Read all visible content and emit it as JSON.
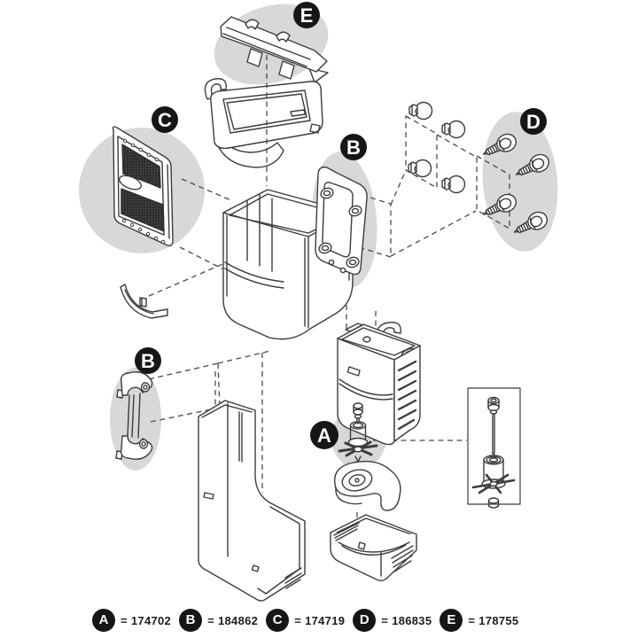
{
  "diagram": {
    "callouts": {
      "a": "A",
      "b_upper": "B",
      "b_lower": "B",
      "c": "C",
      "d": "D",
      "e": "E"
    },
    "colors": {
      "line": "#3c3c3c",
      "highlight_fill": "#d8d8d8",
      "mesh_fill": "#2e2e2e",
      "callout_bg": "#161616",
      "callout_text": "#ffffff",
      "legend_text": "#1d1d1d",
      "background": "#ffffff"
    }
  },
  "legend": {
    "items": [
      {
        "letter": "A",
        "eq": "=",
        "part_number": "174702"
      },
      {
        "letter": "B",
        "eq": "=",
        "part_number": "184862"
      },
      {
        "letter": "C",
        "eq": "=",
        "part_number": "174719"
      },
      {
        "letter": "D",
        "eq": "=",
        "part_number": "186835"
      },
      {
        "letter": "E",
        "eq": "=",
        "part_number": "178755"
      }
    ]
  }
}
